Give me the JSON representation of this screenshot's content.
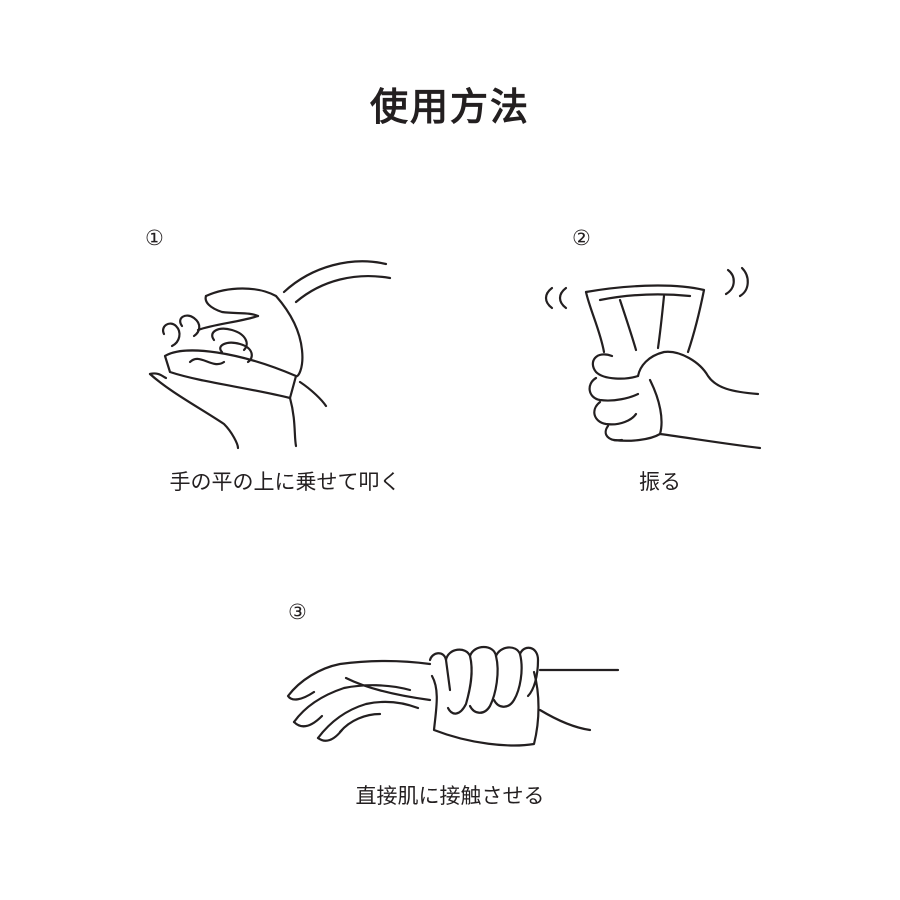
{
  "title": "使用方法",
  "steps": [
    {
      "number": "①",
      "caption": "手の平の上に乗せて叩く",
      "icon": "hand-tapping-pack-icon"
    },
    {
      "number": "②",
      "caption": "振る",
      "icon": "hand-shaking-pack-icon"
    },
    {
      "number": "③",
      "caption": "直接肌に接触させる",
      "icon": "pack-on-wrist-icon"
    }
  ],
  "colors": {
    "ink": "#231f20",
    "background": "#ffffff"
  }
}
